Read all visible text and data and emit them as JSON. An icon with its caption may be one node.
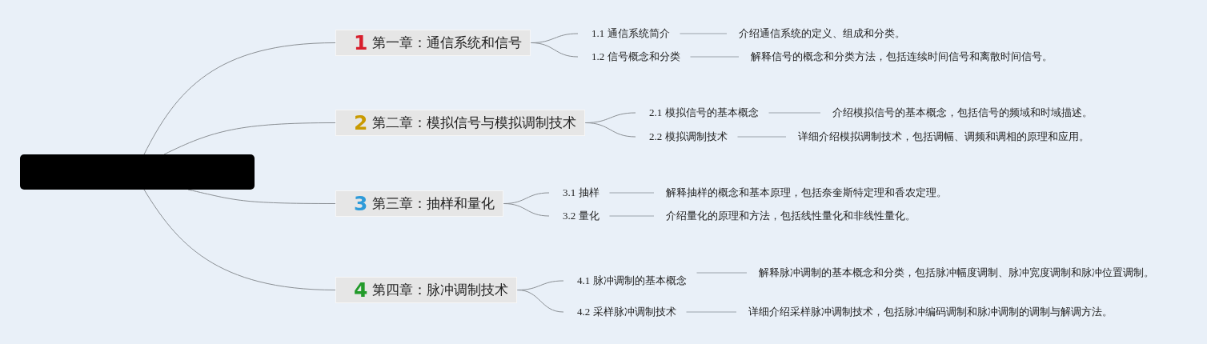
{
  "diagram": {
    "nodes": [
      {
        "text": [],
        "shape": "box"
      },
      {
        "text": [
          "1",
          "第一章：通信系统和信号"
        ]
      },
      {
        "text": [
          "1.1 通信系统简介"
        ]
      },
      {
        "text": [
          "介绍通信系统的定义、组成和分类。"
        ]
      },
      {
        "text": [
          "1.2 信号概念和分类"
        ]
      },
      {
        "text": [
          "解释信号的概念和分类方法，包括连续时间信号和离散时间信号。"
        ]
      },
      {
        "text": [
          "2",
          "第二章：模拟信号与模拟调制技术"
        ]
      },
      {
        "text": [
          "2.1 模拟信号的基本概念"
        ]
      },
      {
        "text": [
          "介绍模拟信号的基本概念，包括信号的频域和时域描述。"
        ]
      },
      {
        "text": [
          "2.2 模拟调制技术"
        ]
      },
      {
        "text": [
          "详细介绍模拟调制技术，包括调幅、调频和调相的原理和应用。"
        ]
      },
      {
        "text": [
          "3",
          "第三章：抽样和量化"
        ]
      },
      {
        "text": [
          "3.1 抽样"
        ]
      },
      {
        "text": [
          "解释抽样的概念和基本原理，包括奈奎斯特定理和香农定理。"
        ]
      },
      {
        "text": [
          "3.2 量化"
        ]
      },
      {
        "text": [
          "介绍量化的原理和方法，包括线性量化和非线性量化。"
        ]
      },
      {
        "text": [
          "4",
          "第四章：脉冲调制技术"
        ]
      },
      {
        "text": [
          "4.1 脉冲调制的基本概念"
        ]
      },
      {
        "text": [
          "解释脉冲调制的基本概念和分类，包括脉冲幅度调制、脉冲宽度调制和脉冲位置调制。"
        ]
      },
      {
        "text": [
          "4.2 采样脉冲调制技术"
        ]
      },
      {
        "text": [
          "详细介绍采样脉冲调制技术，包括脉冲编码调制和脉冲调制的调制与解调方法。"
        ]
      }
    ],
    "edges": [
      {
        "from": 0,
        "to": 1,
        "arrow": "none"
      },
      {
        "from": 0,
        "to": 6,
        "arrow": "none"
      },
      {
        "from": 0,
        "to": 11,
        "arrow": "none"
      },
      {
        "from": 0,
        "to": 16,
        "arrow": "none"
      },
      {
        "from": 1,
        "to": 2,
        "arrow": "none"
      },
      {
        "from": 1,
        "to": 4,
        "arrow": "none"
      },
      {
        "from": 2,
        "to": 3,
        "arrow": "none"
      },
      {
        "from": 4,
        "to": 5,
        "arrow": "none"
      },
      {
        "from": 6,
        "to": 7,
        "arrow": "none"
      },
      {
        "from": 6,
        "to": 9,
        "arrow": "none"
      },
      {
        "from": 7,
        "to": 8,
        "arrow": "none"
      },
      {
        "from": 9,
        "to": 10,
        "arrow": "none"
      },
      {
        "from": 11,
        "to": 12,
        "arrow": "none"
      },
      {
        "from": 11,
        "to": 14,
        "arrow": "none"
      },
      {
        "from": 12,
        "to": 13,
        "arrow": "none"
      },
      {
        "from": 14,
        "to": 15,
        "arrow": "none"
      },
      {
        "from": 16,
        "to": 17,
        "arrow": "none"
      },
      {
        "from": 16,
        "to": 19,
        "arrow": "none"
      },
      {
        "from": 17,
        "to": 18,
        "arrow": "none"
      },
      {
        "from": 19,
        "to": 20,
        "arrow": "none"
      }
    ]
  }
}
